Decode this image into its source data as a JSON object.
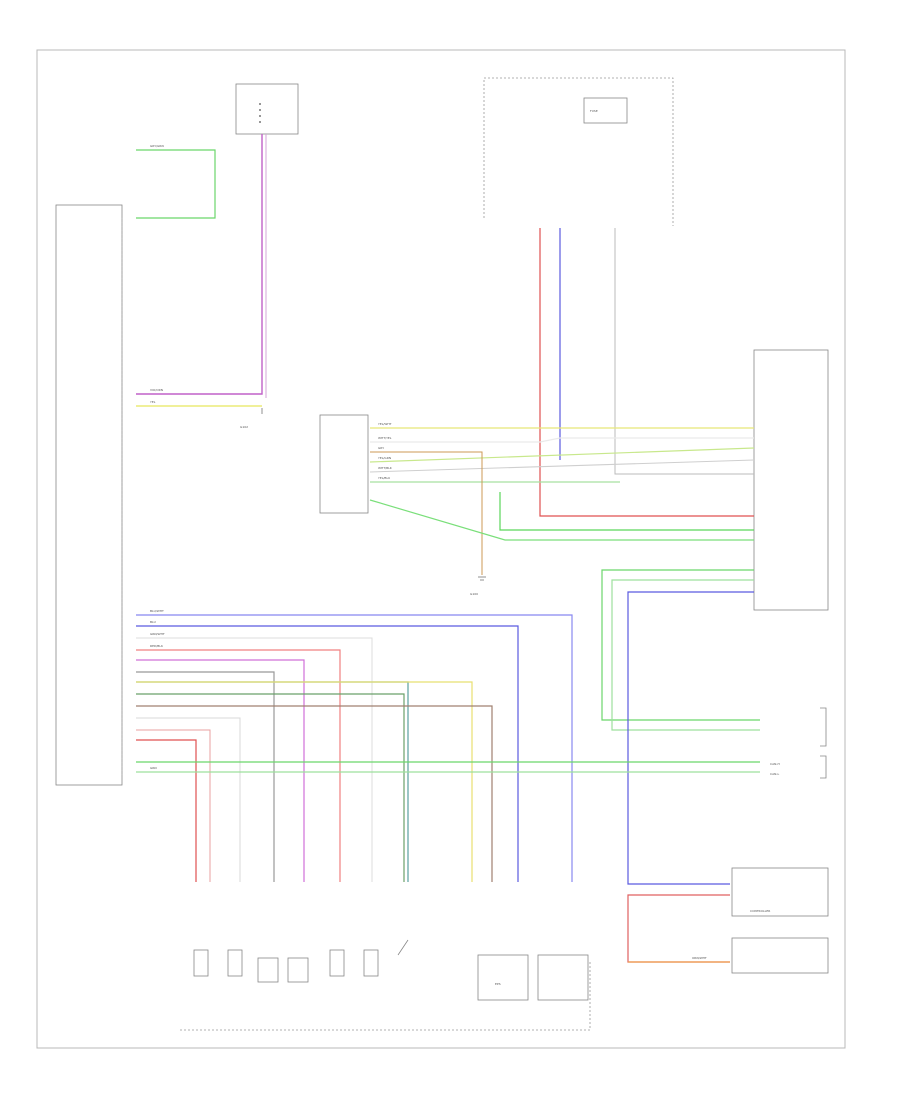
{
  "wires": {
    "ground_ems": "GRY/GRN",
    "purple": "VIO/ORN",
    "yel": "YEL",
    "yel_wht": "YEL/WHT",
    "gry": "GRY",
    "wht_yel": "WHT/YEL",
    "yel_grn": "YEL/GRN",
    "wht_blk": "WHT/BLK",
    "ylw_blu": "YEL/BLU",
    "blu_wht": "BLU/WHT",
    "blu": "BLU",
    "grn_wht": "GRN/WHT",
    "red_blk": "RED/BLK",
    "grn": "GRN",
    "orn_wht": "ORN/WHT"
  },
  "labels": {
    "g102": "G102",
    "g100": "G100",
    "can_h": "CAN-H",
    "can_l": "CAN-L",
    "controller": "CONTROLLER",
    "fuse": "FUSE",
    "eps": "EPS"
  }
}
